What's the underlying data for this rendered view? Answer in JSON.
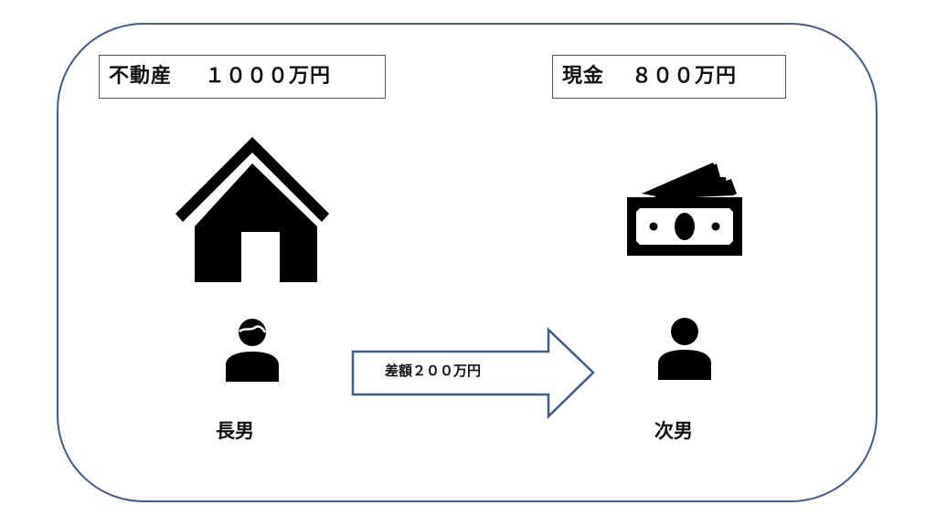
{
  "assets": {
    "real_estate": {
      "label": "不動産",
      "amount": "１０００万円"
    },
    "cash": {
      "label": "現金",
      "amount": "８００万円"
    }
  },
  "people": {
    "eldest_son": "長男",
    "second_son": "次男"
  },
  "transfer": {
    "label": "差額２００万円"
  },
  "colors": {
    "frame": "#3e5c8e",
    "arrow": "#3e5c8e",
    "icon": "#000000"
  },
  "icons": {
    "house": "house-icon",
    "money": "money-icon",
    "eldest_person": "person-icon",
    "second_person": "person-icon",
    "arrow": "arrow-right-icon"
  }
}
